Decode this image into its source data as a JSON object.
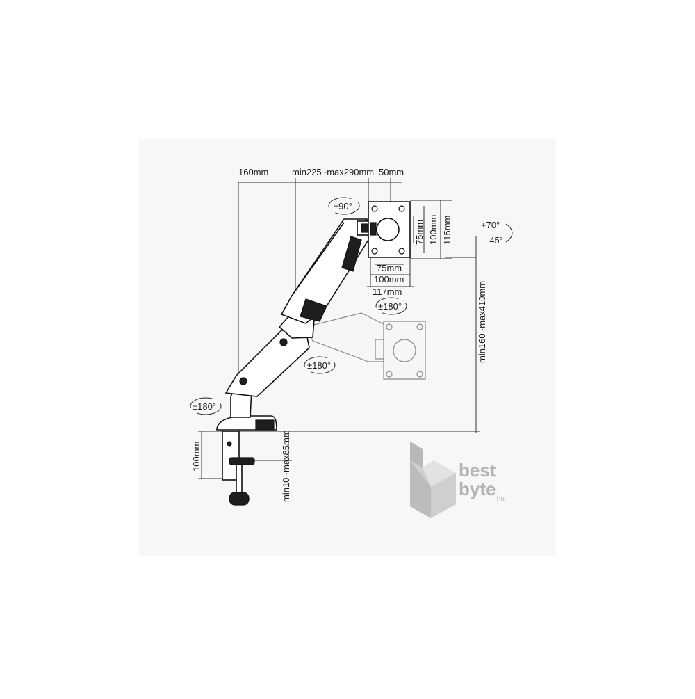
{
  "colors": {
    "panel": "#f7f7f7",
    "line": "#222222",
    "logo_grey": "#b4b4b4"
  },
  "dimensions": {
    "arm_base_offset": "160mm",
    "arm_extension": "min225~max290mm",
    "plate_offset": "50mm",
    "vesa_vertical_75": "75mm",
    "vesa_vertical_100": "100mm",
    "plate_height": "115mm",
    "vesa_horizontal_75": "75mm",
    "vesa_horizontal_100": "100mm",
    "plate_width": "117mm",
    "height_range": "min160~max410mm",
    "clamp_height": "100mm",
    "desk_thickness": "min10~max85mm"
  },
  "rotations": {
    "plate_swivel": "±90°",
    "tilt_up": "+70°",
    "tilt_down": "-45°",
    "head_pan": "±180°",
    "mid_joint": "±180°",
    "base_pan": "±180°"
  },
  "logo": {
    "line1": "best",
    "line2": "byte",
    "suffix": ".hu"
  },
  "icons": [
    "rotation-arrow-icon",
    "desk-clamp",
    "vesa-plate",
    "gas-spring-arm"
  ]
}
